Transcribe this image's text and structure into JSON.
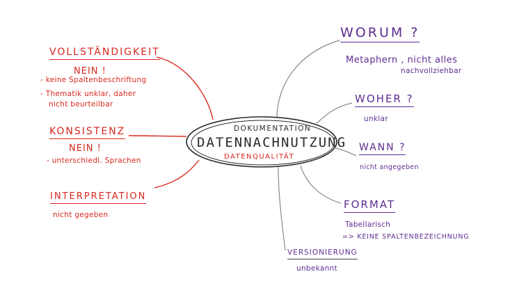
{
  "center": {
    "title": "Datennachnutzung",
    "top_label": "Dokumentation",
    "bottom_label": "Datenqualität"
  },
  "left": {
    "vollstaendigkeit": {
      "title": "Vollständigkeit",
      "answer": "NEIN !",
      "note1": "- keine Spaltenbeschriftung",
      "note2a": "- Thematik unklar, daher",
      "note2b": "nicht beurteilbar"
    },
    "konsistenz": {
      "title": "Konsistenz",
      "answer": "NEIN !",
      "note": "- unterschiedl. Sprachen"
    },
    "interpretation": {
      "title": "Interpretation",
      "note": "nicht gegeben"
    }
  },
  "right": {
    "worum": {
      "title": "Worum ?",
      "note1": "Metaphern , nicht alles",
      "note2": "nachvollziehbar"
    },
    "woher": {
      "title": "Woher ?",
      "note": "unklar"
    },
    "wann": {
      "title": "Wann ?",
      "note": "nicht angegeben"
    },
    "format": {
      "title": "Format",
      "note1": "Tabellarisch",
      "note2": "=> Keine Spaltenbezeichnung"
    },
    "versionierung": {
      "title": "Versionierung",
      "note": "unbekannt"
    }
  },
  "colors": {
    "red": "#d8261e",
    "purple": "#5d2d91",
    "ink": "#2b2b2b"
  }
}
